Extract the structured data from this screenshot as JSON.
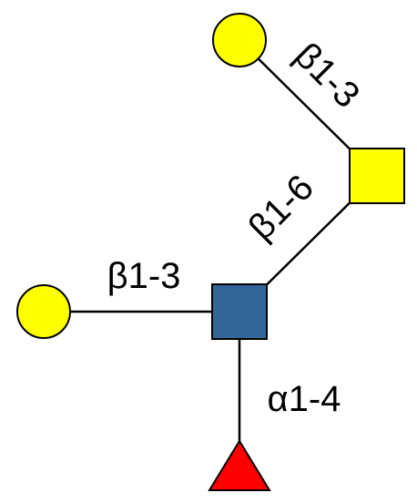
{
  "colors": {
    "galactose": "#FFFF00",
    "glcnac": "#336699",
    "galnac_square": "#FFFF00",
    "fucose": "#FF0000",
    "bond": "#000000",
    "outline": "#000000",
    "background": "#FFFFFF"
  },
  "icons": {
    "galactose": "circle-icon",
    "galnac": "square-icon",
    "glcnac": "square-icon",
    "fucose": "triangle-icon"
  },
  "linkages": {
    "top_branch": "β1-3",
    "middle_branch": "β1-6",
    "left_branch": "β1-3",
    "bottom_branch": "α1-4"
  }
}
